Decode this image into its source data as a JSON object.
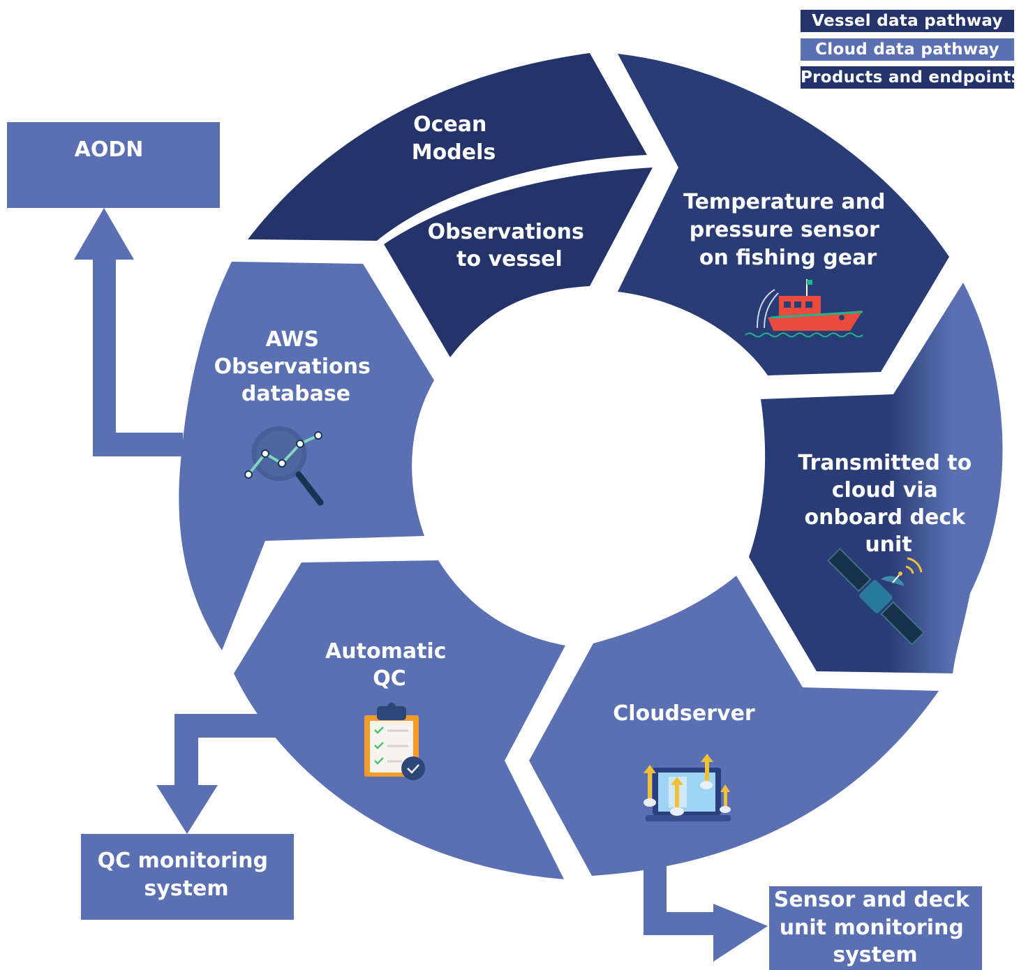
{
  "legend": [
    {
      "label": "Vessel data pathway",
      "color": "#24346a"
    },
    {
      "label": "Cloud data pathway",
      "color": "#5a70b2"
    },
    {
      "label": "Products and endpoints",
      "color": "#24346a"
    }
  ],
  "colors": {
    "dark_segment": "#24346a",
    "dark_segment_2": "#2a3c76",
    "light_segment": "#5a70b2",
    "background": "#ffffff"
  },
  "segments": {
    "ocean_models": [
      "Ocean",
      "Models"
    ],
    "observations_to_vessel": [
      "Observations",
      "to vessel"
    ],
    "sensor": [
      "Temperature and",
      "pressure sensor",
      "on fishing gear"
    ],
    "transmitted": [
      "Transmitted to",
      "cloud via",
      "onboard deck",
      "unit"
    ],
    "cloudserver": [
      "Cloudserver"
    ],
    "automatic_qc": [
      "Automatic",
      "QC"
    ],
    "aws_database": [
      "AWS",
      "Observations",
      "database"
    ]
  },
  "endpoints": {
    "aodn": [
      "AODN"
    ],
    "qc_monitoring": [
      "QC monitoring",
      "system"
    ],
    "sensor_monitoring": [
      "Sensor and deck",
      "unit monitoring",
      "system"
    ]
  },
  "icons": [
    "fishing-boat-icon",
    "satellite-icon",
    "cloud-laptop-icon",
    "checklist-icon",
    "analytics-magnifier-icon"
  ]
}
